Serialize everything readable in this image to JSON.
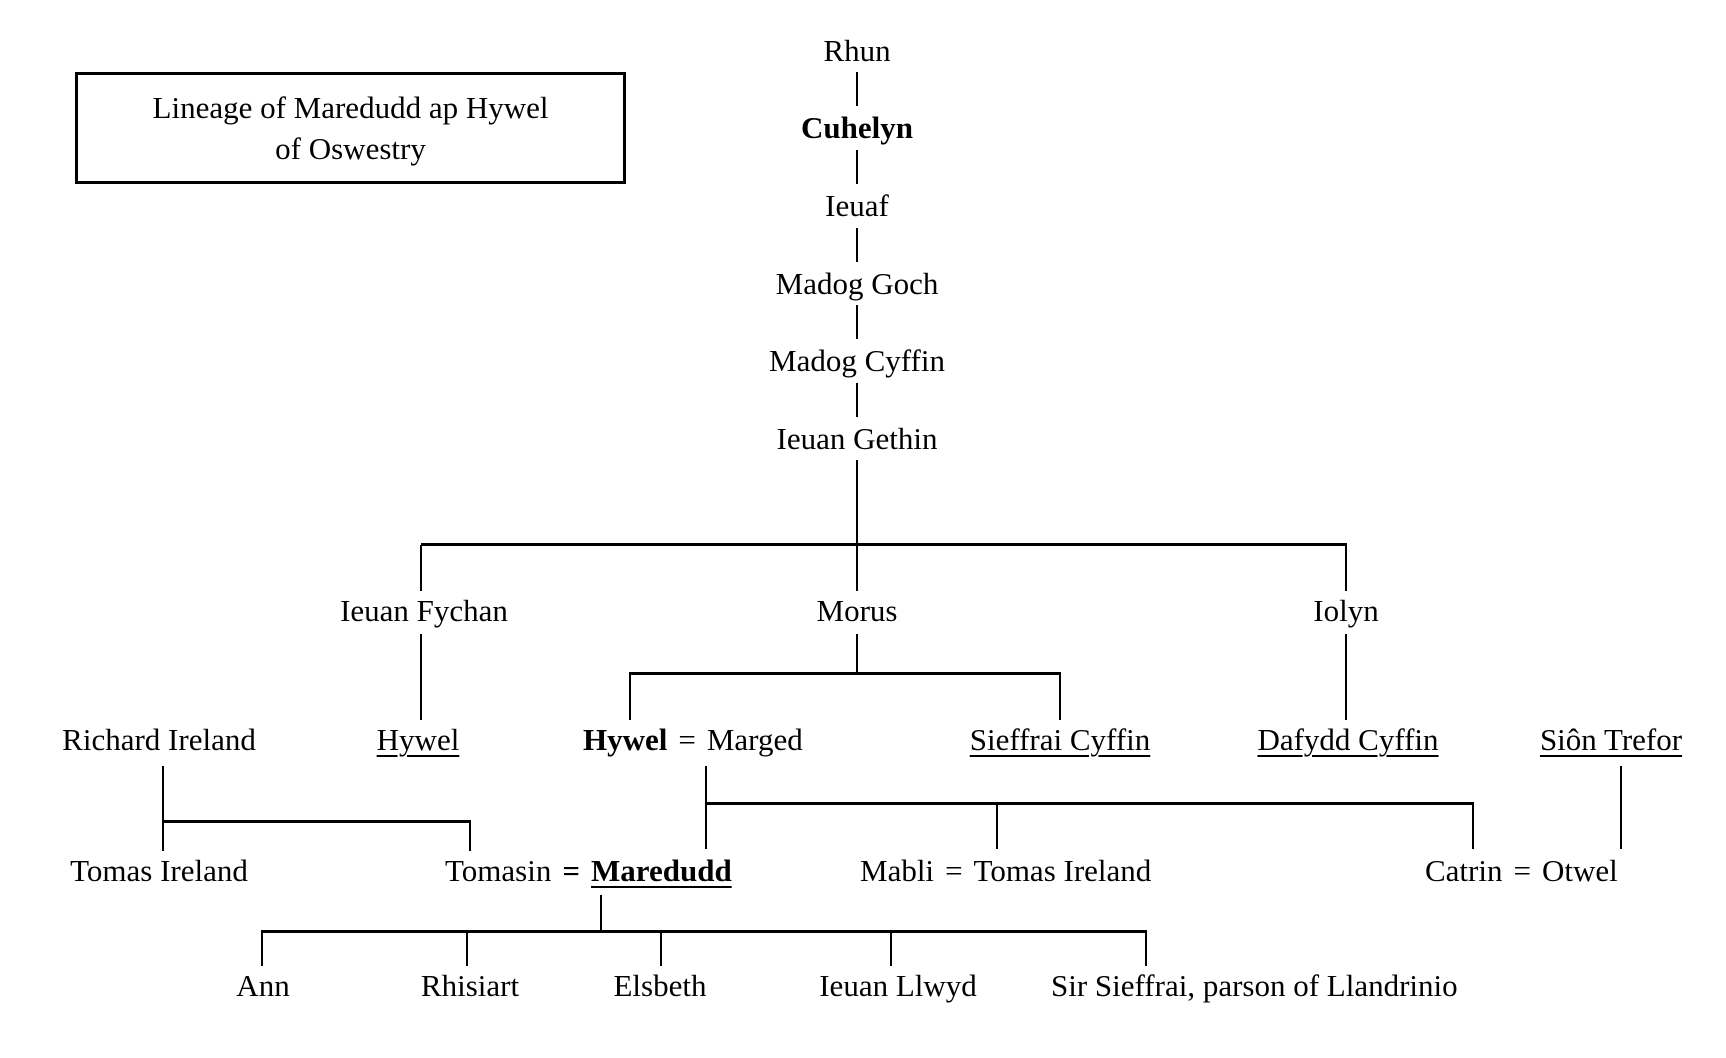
{
  "colors": {
    "background": "#ffffff",
    "ink": "#000000"
  },
  "title": {
    "line1": "Lineage of Maredudd ap Hywel",
    "line2": "of Oswestry"
  },
  "people": {
    "rhun": "Rhun",
    "cuhelyn": "Cuhelyn",
    "ieuaf": "Ieuaf",
    "madog_goch": "Madog Goch",
    "madog_cyffin": "Madog Cyffin",
    "ieuan_gethin": "Ieuan Gethin",
    "ieuan_fychan": "Ieuan Fychan",
    "morus": "Morus",
    "iolyn": "Iolyn",
    "richard_ireland": "Richard Ireland",
    "hywel_ap_ieuan_fychan": "Hywel",
    "sieffrai_cyffin": "Sieffrai Cyffin",
    "dafydd_cyffin": "Dafydd Cyffin",
    "sion_trefor": "Siôn Trefor",
    "tomas_ireland": "Tomas Ireland",
    "ann": "Ann",
    "rhisiart": "Rhisiart",
    "elsbeth": "Elsbeth",
    "ieuan_llwyd": "Ieuan Llwyd",
    "sir_sieffrai": "Sir Sieffrai, parson of Llandrinio"
  },
  "couples": {
    "hywel_marged": {
      "left": "Hywel",
      "sep": "=",
      "right": "Marged"
    },
    "tomasin_maredudd": {
      "left": "Tomasin",
      "sep": "=",
      "right": "Maredudd"
    },
    "mabli_tomas": {
      "left": "Mabli",
      "sep": "=",
      "right": "Tomas Ireland"
    },
    "catrin_otwel": {
      "left": "Catrin",
      "sep": "=",
      "right": "Otwel"
    }
  }
}
